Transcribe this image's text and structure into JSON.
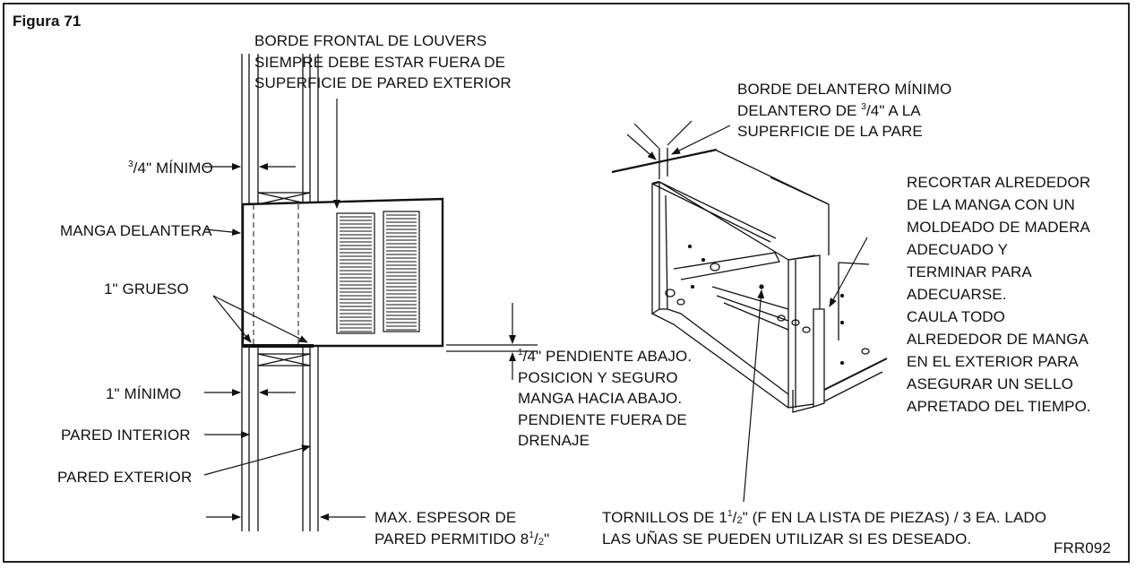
{
  "figure": {
    "title": "Figura 71",
    "code": "FRR092"
  },
  "left_panel": {
    "louvers_note": [
      "BORDE FRONTAL DE LOUVERS",
      "SIEMPRE DEBE ESTAR FUERA DE",
      "SUPERFICIE DE PARED EXTERIOR"
    ],
    "min_three_quarter": {
      "num": "3",
      "den": "4",
      "text": "\" MÍNIMO"
    },
    "front_sleeve": "MANGA DELANTERA",
    "thickness": "1\" GRUESO",
    "slope": {
      "num": "1",
      "den": "4",
      "lines": [
        "\" PENDIENTE ABAJO.",
        "POSICION Y SEGURO",
        "MANGA HACIA ABAJO.",
        "PENDIENTE FUERA DE",
        "DRENAJE"
      ]
    },
    "min_one_inch": "1\" MÍNIMO",
    "inner_wall": "PARED INTERIOR",
    "outer_wall": "PARED EXTERIOR",
    "max_thickness": {
      "line1": "MAX. ESPESOR DE",
      "line2": "PARED PERMITIDO 8",
      "num": "1",
      "den": "2",
      "suffix": "\""
    }
  },
  "right_panel": {
    "front_edge": {
      "line1": "BORDE DELANTERO MÍNIMO",
      "line2_pre": "DELANTERO DE ",
      "num": "3",
      "den": "4",
      "line2_post": "\" A LA",
      "line3": "SUPERFICIE DE LA PARE"
    },
    "trim_note": [
      "RECORTAR ALREDEDOR",
      "DE LA MANGA CON UN",
      "MOLDEADO DE MADERA",
      "ADECUADO Y",
      "TERMINAR PARA",
      "ADECUARSE.",
      "CAULA TODO",
      "ALREDEDOR DE MANGA",
      "EN EL EXTERIOR PARA",
      "ASEGURAR UN SELLO",
      "APRETADO DEL TIEMPO."
    ],
    "screws": {
      "pre": "TORNILLOS DE 1",
      "num": "1",
      "den": "2",
      "post": "\" (F EN LA LISTA DE PIEZAS) / 3 EA. LADO",
      "line2": "LAS UÑAS SE PUEDEN UTILIZAR SI ES DESEADO."
    }
  }
}
